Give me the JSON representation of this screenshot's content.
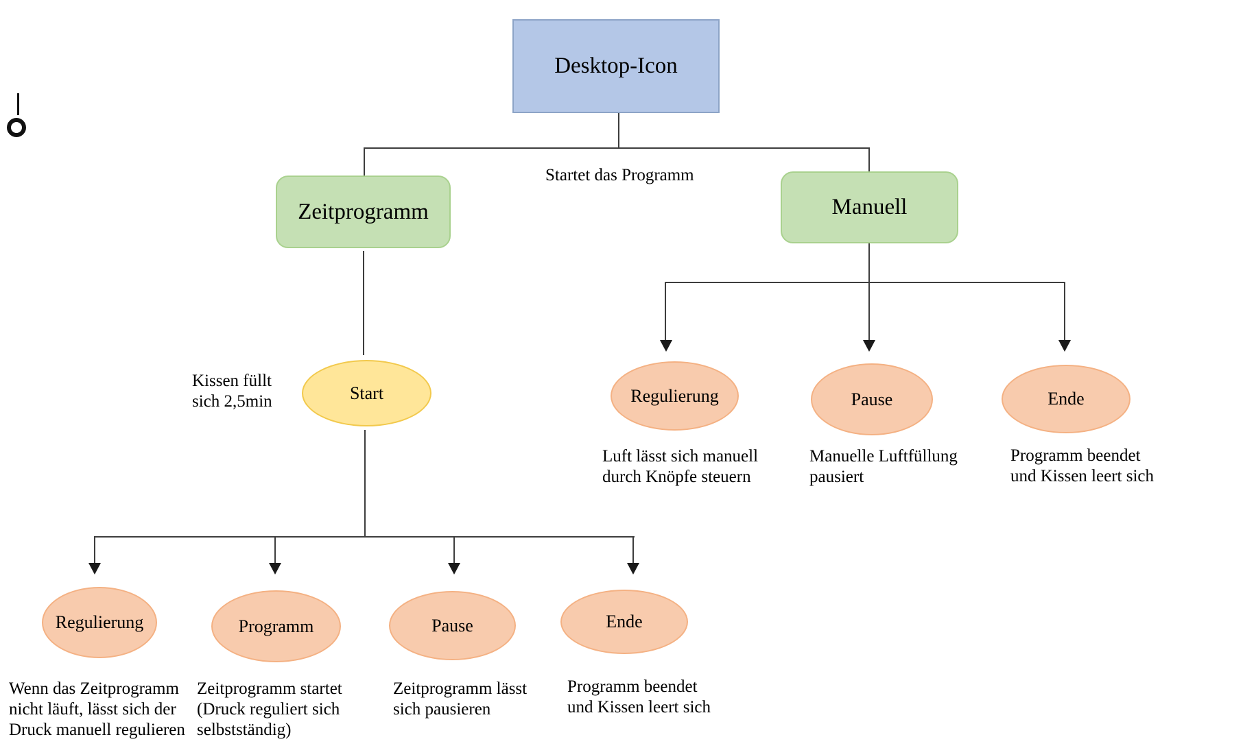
{
  "palette": {
    "blue_fill": "#B4C7E7",
    "blue_border": "#8DA4C7",
    "green_fill": "#C5E0B4",
    "green_border": "#A9D18E",
    "yellow_fill": "#FFE699",
    "yellow_border": "#F2C94C",
    "orange_fill": "#F8CBAD",
    "orange_border": "#F4B183",
    "line": "#3D3D3D"
  },
  "icons": {
    "margin_marker": "vertical-line-with-circle"
  },
  "root": {
    "label": "Desktop-Icon"
  },
  "edge_note": "Startet das Programm",
  "zeitprogramm": {
    "label": "Zeitprogramm",
    "start": {
      "label": "Start",
      "note": "Kissen füllt\nsich 2,5min"
    },
    "children": [
      {
        "label": "Regulierung",
        "desc": "Wenn das Zeitprogramm\nnicht läuft, lässt sich der\nDruck manuell regulieren"
      },
      {
        "label": "Programm",
        "desc": "Zeitprogramm startet\n(Druck reguliert sich\nselbstständig)"
      },
      {
        "label": "Pause",
        "desc": "Zeitprogramm lässt\nsich pausieren"
      },
      {
        "label": "Ende",
        "desc": "Programm beendet\nund Kissen leert sich"
      }
    ]
  },
  "manuell": {
    "label": "Manuell",
    "children": [
      {
        "label": "Regulierung",
        "desc": "Luft lässt sich manuell\ndurch Knöpfe steuern"
      },
      {
        "label": "Pause",
        "desc": "Manuelle Luftfüllung\npausiert"
      },
      {
        "label": "Ende",
        "desc": "Programm beendet\nund Kissen leert sich"
      }
    ]
  }
}
